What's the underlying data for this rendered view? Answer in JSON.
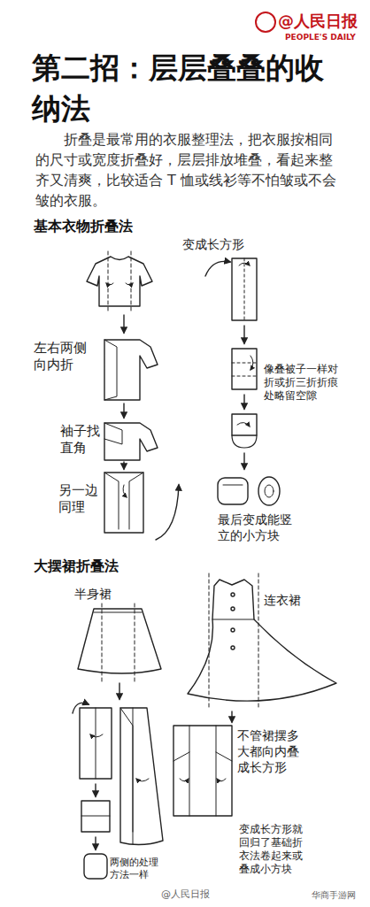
{
  "diagram": {
    "title": "第二招：层层叠叠的收纳法",
    "labels": [
      "@人民日报",
      "PEOPLE'S DAILY",
      "折叠是最常用的衣服整理法，把衣服按相同的尺寸或宽度折叠好，层层排放堆叠，看起来整齐又清爽，比较适合 T 恤或线衫等不怕皱或不会皱的衣服。",
      "基本衣物折叠法",
      "左右两侧向内折",
      "袖子找直角",
      "另一边同理",
      "变成长方形",
      "像叠被子一样对折或折三折折痕处略留空隙",
      "最后变成能竖立的小方块",
      "大摆裙折叠法",
      "半身裙",
      "连衣裙",
      "不管裙摆多大都向内叠成长方形",
      "两侧的处理方法一样",
      "变成长方形就回归了基础折衣法卷起来或叠成小方块",
      "@人民日报",
      "华商手游网"
    ]
  }
}
